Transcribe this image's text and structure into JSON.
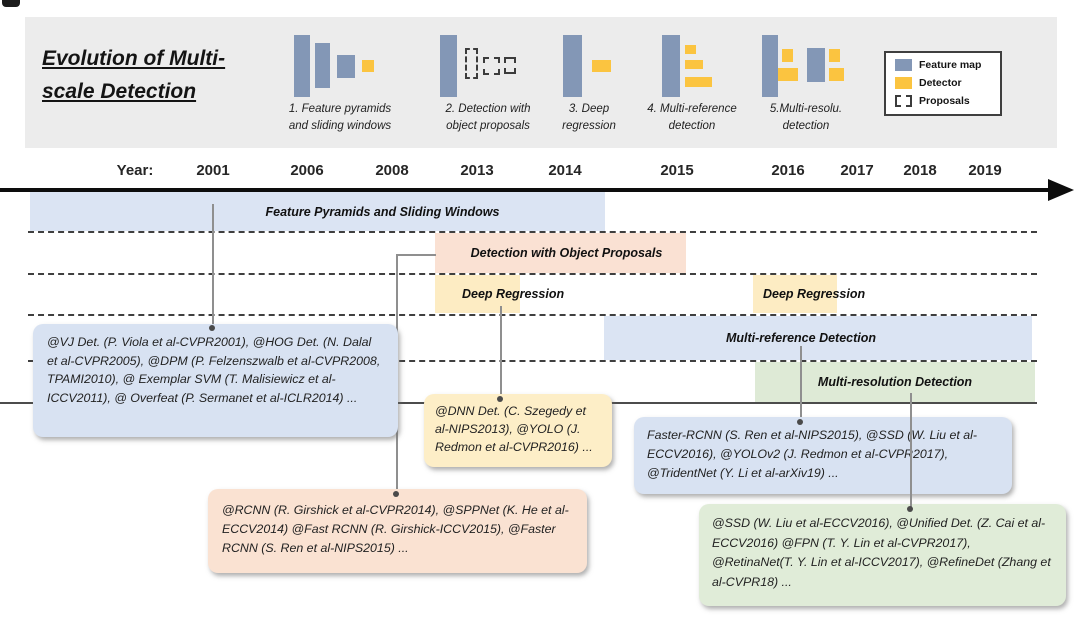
{
  "header": {
    "title_line1": "Evolution of Multi-",
    "title_line2": "scale Detection",
    "stages": [
      {
        "caption1": "1. Feature pyramids",
        "caption2": "and sliding windows"
      },
      {
        "caption1": "2. Detection with",
        "caption2": "object proposals"
      },
      {
        "caption1": "3. Deep",
        "caption2": "regression"
      },
      {
        "caption1": "4. Multi-reference",
        "caption2": "detection"
      },
      {
        "caption1": "5.Multi-resolu.",
        "caption2": "detection"
      }
    ],
    "legend": {
      "feature_map": "Feature map",
      "detector": "Detector",
      "proposals": "Proposals"
    }
  },
  "timeline": {
    "axis_label": "Year:",
    "years": [
      "2001",
      "2006",
      "2008",
      "2013",
      "2014",
      "2015",
      "2016",
      "2017",
      "2018",
      "2019"
    ]
  },
  "bands": {
    "feature_pyramids": "Feature Pyramids and Sliding Windows",
    "object_proposals": "Detection with Object Proposals",
    "deep_regression_left": "Deep Regression",
    "deep_regression_right": "Deep Regression",
    "multi_reference": "Multi-reference Detection",
    "multi_resolution": "Multi-resolution Detection"
  },
  "callouts": {
    "sliding_windows": "@VJ Det. (P. Viola et al-CVPR2001), @HOG Det. (N. Dalal et al-CVPR2005), @DPM (P. Felzenszwalb et al-CVPR2008, TPAMI2010), @ Exemplar SVM (T. Malisiewicz et al-ICCV2011), @ Overfeat (P. Sermanet et al-ICLR2014) ...",
    "deep_regression": "@DNN Det. (C. Szegedy et al-NIPS2013), @YOLO (J. Redmon et al-CVPR2016) ...",
    "object_proposals": "@RCNN (R. Girshick et al-CVPR2014), @SPPNet (K. He et al-ECCV2014) @Fast RCNN (R. Girshick-ICCV2015), @Faster RCNN (S. Ren et al-NIPS2015) ...",
    "multi_reference": "Faster-RCNN (S. Ren et al-NIPS2015), @SSD (W. Liu et al-ECCV2016),  @YOLOv2 (J. Redmon et al-CVPR2017), @TridentNet (Y. Li et al-arXiv19) ...",
    "multi_resolution": "@SSD (W. Liu et al-ECCV2016), @Unified Det. (Z. Cai et al-ECCV2016) @FPN (T. Y. Lin et al-CVPR2017), @RetinaNet(T. Y. Lin et al-ICCV2017), @RefineDet (Zhang et al-CVPR18) ..."
  },
  "colors": {
    "feature_map_blue": "#8397b6",
    "detector_yellow": "#fbc440",
    "band_blue": "#dbe4f3",
    "band_orange": "#fae1d3",
    "band_yellow": "#fdecc3",
    "band_green": "#deead6",
    "header_bg": "#ececec"
  }
}
